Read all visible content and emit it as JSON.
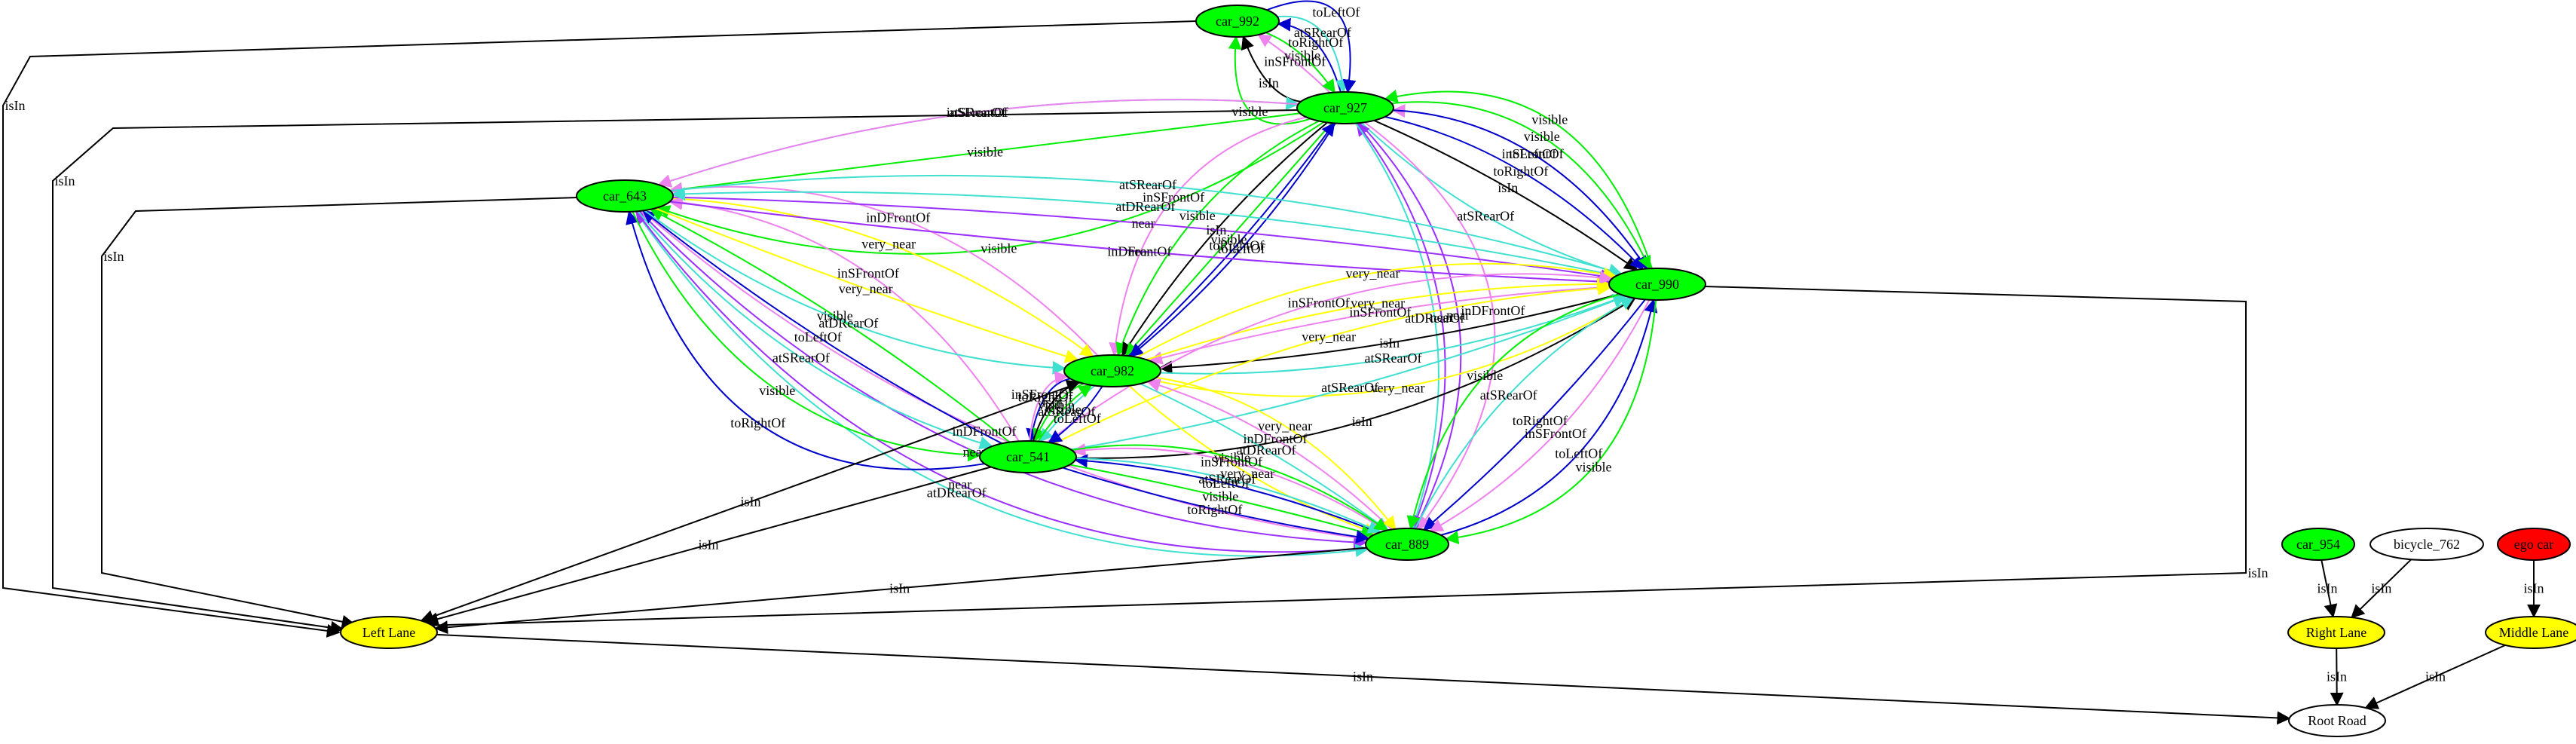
{
  "graph": {
    "nodes": [
      {
        "id": "car_992",
        "label": "car_992",
        "fill": "#00ff00"
      },
      {
        "id": "car_927",
        "label": "car_927",
        "fill": "#00ff00"
      },
      {
        "id": "car_643",
        "label": "car_643",
        "fill": "#00ff00"
      },
      {
        "id": "car_990",
        "label": "car_990",
        "fill": "#00ff00"
      },
      {
        "id": "car_982",
        "label": "car_982",
        "fill": "#00ff00"
      },
      {
        "id": "car_541",
        "label": "car_541",
        "fill": "#00ff00"
      },
      {
        "id": "car_889",
        "label": "car_889",
        "fill": "#00ff00"
      },
      {
        "id": "car_954",
        "label": "car_954",
        "fill": "#00ff00"
      },
      {
        "id": "bicycle_762",
        "label": "bicycle_762",
        "fill": "#ffffff"
      },
      {
        "id": "ego_car",
        "label": "ego car",
        "fill": "#ff0000"
      },
      {
        "id": "left_lane",
        "label": "Left Lane",
        "fill": "#ffff00"
      },
      {
        "id": "right_lane",
        "label": "Right Lane",
        "fill": "#ffff00"
      },
      {
        "id": "middle_lane",
        "label": "Middle Lane",
        "fill": "#ffff00"
      },
      {
        "id": "root_road",
        "label": "Root Road",
        "fill": "#ffffff"
      }
    ],
    "colors": {
      "isIn": "#000000",
      "visible": "#00ee00",
      "toRightOf": "#0000cc",
      "toLeftOf": "#0000cc",
      "inSFrontOf": "#ee82ee",
      "inDFrontOf": "#ee82ee",
      "atSRearOf": "#40e0d0",
      "atDRearOf": "#40e0d0",
      "near": "#9b30ff",
      "very_near": "#ffff00"
    },
    "edges": [
      {
        "from": "car_992",
        "to": "left_lane",
        "label": "isIn"
      },
      {
        "from": "car_927",
        "to": "car_992",
        "label": "visible"
      },
      {
        "from": "car_927",
        "to": "car_992",
        "label": "isIn"
      },
      {
        "from": "car_927",
        "to": "car_992",
        "label": "inSFrontOf"
      },
      {
        "from": "car_927",
        "to": "car_992",
        "label": "toRightOf"
      },
      {
        "from": "car_992",
        "to": "car_927",
        "label": "visible"
      },
      {
        "from": "car_992",
        "to": "car_927",
        "label": "atSRearOf"
      },
      {
        "from": "car_992",
        "to": "car_927",
        "label": "toLeftOf"
      },
      {
        "from": "car_927",
        "to": "car_643",
        "label": "visible"
      },
      {
        "from": "car_643",
        "to": "car_927",
        "label": "atSRearOf"
      },
      {
        "from": "car_927",
        "to": "car_643",
        "label": "visible"
      },
      {
        "from": "car_927",
        "to": "car_643",
        "label": "inSFrontOf"
      },
      {
        "from": "car_927",
        "to": "left_lane",
        "label": "isIn"
      },
      {
        "from": "car_927",
        "to": "car_982",
        "label": "inSFrontOf"
      },
      {
        "from": "car_927",
        "to": "car_982",
        "label": "visible"
      },
      {
        "from": "car_927",
        "to": "car_982",
        "label": "isIn"
      },
      {
        "from": "car_927",
        "to": "car_982",
        "label": "visible"
      },
      {
        "from": "car_927",
        "to": "car_982",
        "label": "toLeftOf"
      },
      {
        "from": "car_982",
        "to": "car_927",
        "label": "toRightOf"
      },
      {
        "from": "car_990",
        "to": "car_927",
        "label": "inSFrontOf"
      },
      {
        "from": "car_927",
        "to": "car_990",
        "label": "atSRearOf"
      },
      {
        "from": "car_927",
        "to": "car_990",
        "label": "isIn"
      },
      {
        "from": "car_927",
        "to": "car_990",
        "label": "toRightOf"
      },
      {
        "from": "car_927",
        "to": "car_990",
        "label": "toLeftOf"
      },
      {
        "from": "car_927",
        "to": "car_990",
        "label": "visible"
      },
      {
        "from": "car_990",
        "to": "car_927",
        "label": "visible"
      },
      {
        "from": "car_889",
        "to": "car_927",
        "label": "near"
      },
      {
        "from": "car_927",
        "to": "car_889",
        "label": "atDRearOf"
      },
      {
        "from": "car_927",
        "to": "car_889",
        "label": "near"
      },
      {
        "from": "car_927",
        "to": "car_889",
        "label": "inDFrontOf"
      },
      {
        "from": "car_643",
        "to": "left_lane",
        "label": "isIn"
      },
      {
        "from": "car_643",
        "to": "car_889",
        "label": "near"
      },
      {
        "from": "car_643",
        "to": "car_889",
        "label": "atDRearOf"
      },
      {
        "from": "car_889",
        "to": "car_643",
        "label": "near"
      },
      {
        "from": "car_889",
        "to": "car_643",
        "label": "inDFrontOf"
      },
      {
        "from": "car_541",
        "to": "car_643",
        "label": "toRightOf"
      },
      {
        "from": "car_643",
        "to": "car_541",
        "label": "visible"
      },
      {
        "from": "car_643",
        "to": "car_541",
        "label": "atSRearOf"
      },
      {
        "from": "car_541",
        "to": "car_643",
        "label": "toLeftOf"
      },
      {
        "from": "car_541",
        "to": "car_643",
        "label": "visible"
      },
      {
        "from": "car_541",
        "to": "car_643",
        "label": "inSFrontOf"
      },
      {
        "from": "car_982",
        "to": "car_643",
        "label": "inDFrontOf"
      },
      {
        "from": "car_643",
        "to": "car_982",
        "label": "atDRearOf"
      },
      {
        "from": "car_643",
        "to": "car_982",
        "label": "very_near"
      },
      {
        "from": "car_643",
        "to": "car_982",
        "label": "very_near"
      },
      {
        "from": "car_643",
        "to": "car_990",
        "label": "near"
      },
      {
        "from": "car_990",
        "to": "car_643",
        "label": "inDFrontOf"
      },
      {
        "from": "car_643",
        "to": "car_990",
        "label": "near"
      },
      {
        "from": "car_990",
        "to": "car_643",
        "label": "atDRearOf"
      },
      {
        "from": "car_643",
        "to": "car_990",
        "label": "atSRearOf"
      },
      {
        "from": "car_990",
        "to": "car_982",
        "label": "isIn"
      },
      {
        "from": "car_990",
        "to": "car_982",
        "label": "inSFrontOf"
      },
      {
        "from": "car_982",
        "to": "car_990",
        "label": "very_near"
      },
      {
        "from": "car_982",
        "to": "car_990",
        "label": "atSRearOf"
      },
      {
        "from": "car_982",
        "to": "car_990",
        "label": "very_near"
      },
      {
        "from": "car_982",
        "to": "car_990",
        "label": "very_near"
      },
      {
        "from": "car_541",
        "to": "car_990",
        "label": "inSFrontOf"
      },
      {
        "from": "car_541",
        "to": "car_990",
        "label": "very_near"
      },
      {
        "from": "car_541",
        "to": "car_990",
        "label": "atSRearOf"
      },
      {
        "from": "car_541",
        "to": "car_990",
        "label": "isIn"
      },
      {
        "from": "car_990",
        "to": "car_889",
        "label": "visible"
      },
      {
        "from": "car_889",
        "to": "car_990",
        "label": "atSRearOf"
      },
      {
        "from": "car_990",
        "to": "car_889",
        "label": "toRightOf"
      },
      {
        "from": "car_990",
        "to": "car_889",
        "label": "inSFrontOf"
      },
      {
        "from": "car_889",
        "to": "car_990",
        "label": "toLeftOf"
      },
      {
        "from": "car_990",
        "to": "car_889",
        "label": "visible"
      },
      {
        "from": "car_990",
        "to": "left_lane",
        "label": "isIn"
      },
      {
        "from": "car_982",
        "to": "car_541",
        "label": "toRightOf"
      },
      {
        "from": "car_982",
        "to": "car_541",
        "label": "visible"
      },
      {
        "from": "car_982",
        "to": "car_541",
        "label": "atSRearOf"
      },
      {
        "from": "car_982",
        "to": "car_541",
        "label": "toLeftOf"
      },
      {
        "from": "car_541",
        "to": "car_982",
        "label": "visible"
      },
      {
        "from": "car_541",
        "to": "car_982",
        "label": "isIn"
      },
      {
        "from": "car_541",
        "to": "car_982",
        "label": "inSFrontOf"
      },
      {
        "from": "car_982",
        "to": "left_lane",
        "label": "isIn"
      },
      {
        "from": "car_982",
        "to": "car_889",
        "label": "atDRearOf"
      },
      {
        "from": "car_982",
        "to": "car_889",
        "label": "very_near"
      },
      {
        "from": "car_889",
        "to": "car_982",
        "label": "inDFrontOf"
      },
      {
        "from": "car_982",
        "to": "car_889",
        "label": "very_near"
      },
      {
        "from": "car_541",
        "to": "left_lane",
        "label": "isIn"
      },
      {
        "from": "car_889",
        "to": "car_541",
        "label": "inSFrontOf"
      },
      {
        "from": "car_889",
        "to": "car_541",
        "label": "toLeftOf"
      },
      {
        "from": "car_541",
        "to": "car_889",
        "label": "visible"
      },
      {
        "from": "car_541",
        "to": "car_889",
        "label": "toRightOf"
      },
      {
        "from": "car_541",
        "to": "car_889",
        "label": "atSRearOf"
      },
      {
        "from": "car_541",
        "to": "car_889",
        "label": "visible"
      },
      {
        "from": "car_889",
        "to": "left_lane",
        "label": "isIn"
      },
      {
        "from": "left_lane",
        "to": "root_road",
        "label": "isIn"
      },
      {
        "from": "car_954",
        "to": "right_lane",
        "label": "isIn"
      },
      {
        "from": "bicycle_762",
        "to": "right_lane",
        "label": "isIn"
      },
      {
        "from": "ego_car",
        "to": "middle_lane",
        "label": "isIn"
      },
      {
        "from": "right_lane",
        "to": "root_road",
        "label": "isIn"
      },
      {
        "from": "middle_lane",
        "to": "root_road",
        "label": "isIn"
      }
    ]
  }
}
